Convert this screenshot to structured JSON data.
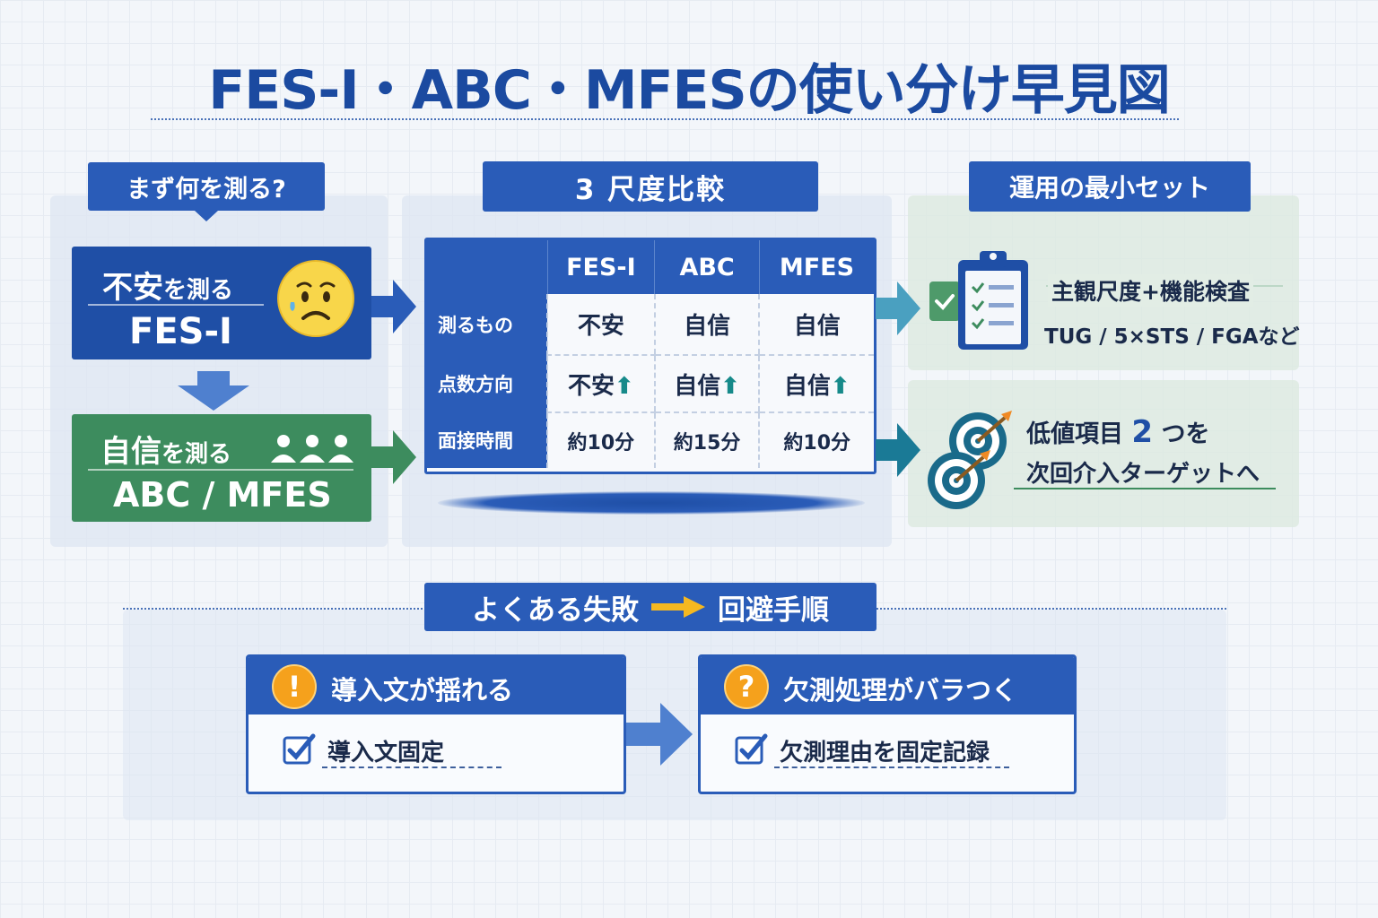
{
  "title": "FES-I・ABC・MFESの使い分け早見図",
  "left": {
    "header": "まず何を測る?",
    "box1": {
      "line1_main": "不安",
      "line1_rest": "を測る",
      "line2": "FES-I"
    },
    "box2": {
      "line1_main": "自信",
      "line1_rest": "を測る",
      "line2": "ABC / MFES"
    }
  },
  "compare": {
    "header": "3 尺度比較",
    "columns": [
      "FES-I",
      "ABC",
      "MFES"
    ],
    "rows": [
      {
        "label": "測るもの",
        "cells": [
          "不安",
          "自信",
          "自信"
        ]
      },
      {
        "label": "点数方向",
        "cells": [
          "不安",
          "自信",
          "自信"
        ],
        "arrow": "⬆"
      },
      {
        "label": "面接時間",
        "cells": [
          "約10分",
          "約15分",
          "約10分"
        ]
      }
    ]
  },
  "minset": {
    "header": "運用の最小セット",
    "line1": "主観尺度+機能検査",
    "line2": "TUG / 5×STS / FGAなど"
  },
  "target": {
    "line1_pre": "低値項目",
    "line1_num": "2",
    "line1_post": "つを",
    "line2": "次回介入ターゲットへ"
  },
  "fail": {
    "header_left": "よくある失敗",
    "header_right": "回避手順",
    "cards": [
      {
        "badge": "!",
        "title": "導入文が揺れる",
        "item": "導入文固定"
      },
      {
        "badge": "?",
        "title": "欠測処理がバラつく",
        "item": "欠測理由を固定記録"
      }
    ]
  },
  "colors": {
    "blue": "#2a5cb8",
    "dark_blue": "#1f4fa6",
    "green": "#3d8c5e",
    "teal": "#168a8a",
    "orange": "#f5a11c"
  }
}
